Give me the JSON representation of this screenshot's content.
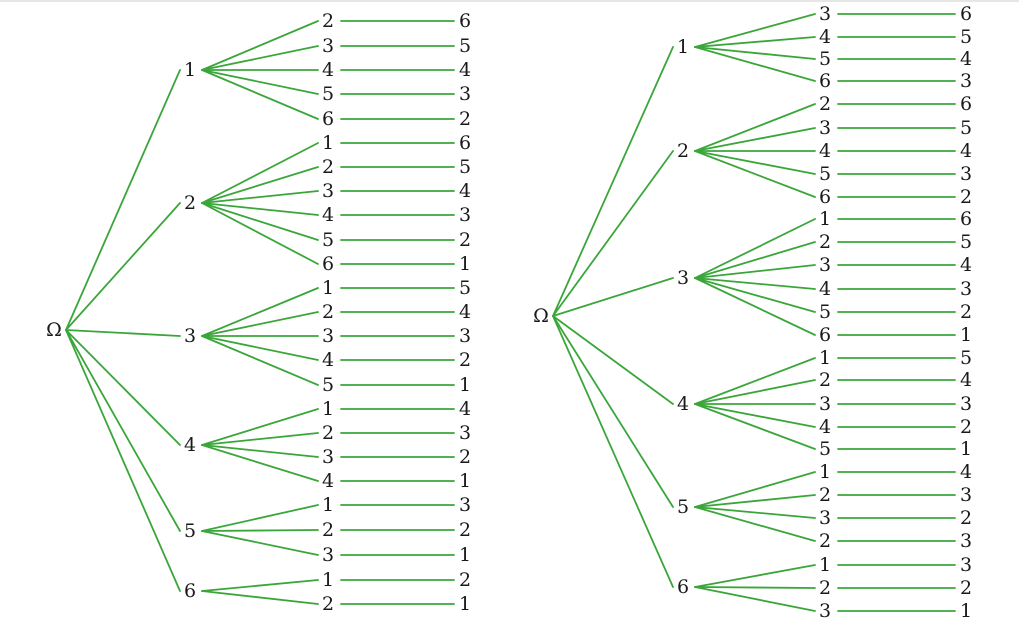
{
  "colors": {
    "edge": "#3aa63a",
    "text": "#1a1a1a",
    "background": "#ffffff"
  },
  "trees": [
    {
      "root": "Ω",
      "branches": [
        {
          "label": "1",
          "leaves": [
            [
              "2",
              "6"
            ],
            [
              "3",
              "5"
            ],
            [
              "4",
              "4"
            ],
            [
              "5",
              "3"
            ],
            [
              "6",
              "2"
            ]
          ]
        },
        {
          "label": "2",
          "leaves": [
            [
              "1",
              "6"
            ],
            [
              "2",
              "5"
            ],
            [
              "3",
              "4"
            ],
            [
              "4",
              "3"
            ],
            [
              "5",
              "2"
            ],
            [
              "6",
              "1"
            ]
          ]
        },
        {
          "label": "3",
          "leaves": [
            [
              "1",
              "5"
            ],
            [
              "2",
              "4"
            ],
            [
              "3",
              "3"
            ],
            [
              "4",
              "2"
            ],
            [
              "5",
              "1"
            ]
          ]
        },
        {
          "label": "4",
          "leaves": [
            [
              "1",
              "4"
            ],
            [
              "2",
              "3"
            ],
            [
              "3",
              "2"
            ],
            [
              "4",
              "1"
            ]
          ]
        },
        {
          "label": "5",
          "leaves": [
            [
              "1",
              "3"
            ],
            [
              "2",
              "2"
            ],
            [
              "3",
              "1"
            ]
          ]
        },
        {
          "label": "6",
          "leaves": [
            [
              "1",
              "2"
            ],
            [
              "2",
              "1"
            ]
          ]
        }
      ]
    },
    {
      "root": "Ω",
      "branches": [
        {
          "label": "1",
          "leaves": [
            [
              "3",
              "6"
            ],
            [
              "4",
              "5"
            ],
            [
              "5",
              "4"
            ],
            [
              "6",
              "3"
            ]
          ]
        },
        {
          "label": "2",
          "leaves": [
            [
              "2",
              "6"
            ],
            [
              "3",
              "5"
            ],
            [
              "4",
              "4"
            ],
            [
              "5",
              "3"
            ],
            [
              "6",
              "2"
            ]
          ]
        },
        {
          "label": "3",
          "leaves": [
            [
              "1",
              "6"
            ],
            [
              "2",
              "5"
            ],
            [
              "3",
              "4"
            ],
            [
              "4",
              "3"
            ],
            [
              "5",
              "2"
            ],
            [
              "6",
              "1"
            ]
          ]
        },
        {
          "label": "4",
          "leaves": [
            [
              "1",
              "5"
            ],
            [
              "2",
              "4"
            ],
            [
              "3",
              "3"
            ],
            [
              "4",
              "2"
            ],
            [
              "5",
              "1"
            ]
          ]
        },
        {
          "label": "5",
          "leaves": [
            [
              "1",
              "4"
            ],
            [
              "2",
              "3"
            ],
            [
              "3",
              "2"
            ],
            [
              "2",
              "3"
            ]
          ]
        },
        {
          "label": "6",
          "leaves": [
            [
              "1",
              "3"
            ],
            [
              "2",
              "2"
            ],
            [
              "3",
              "1"
            ]
          ]
        }
      ]
    }
  ]
}
